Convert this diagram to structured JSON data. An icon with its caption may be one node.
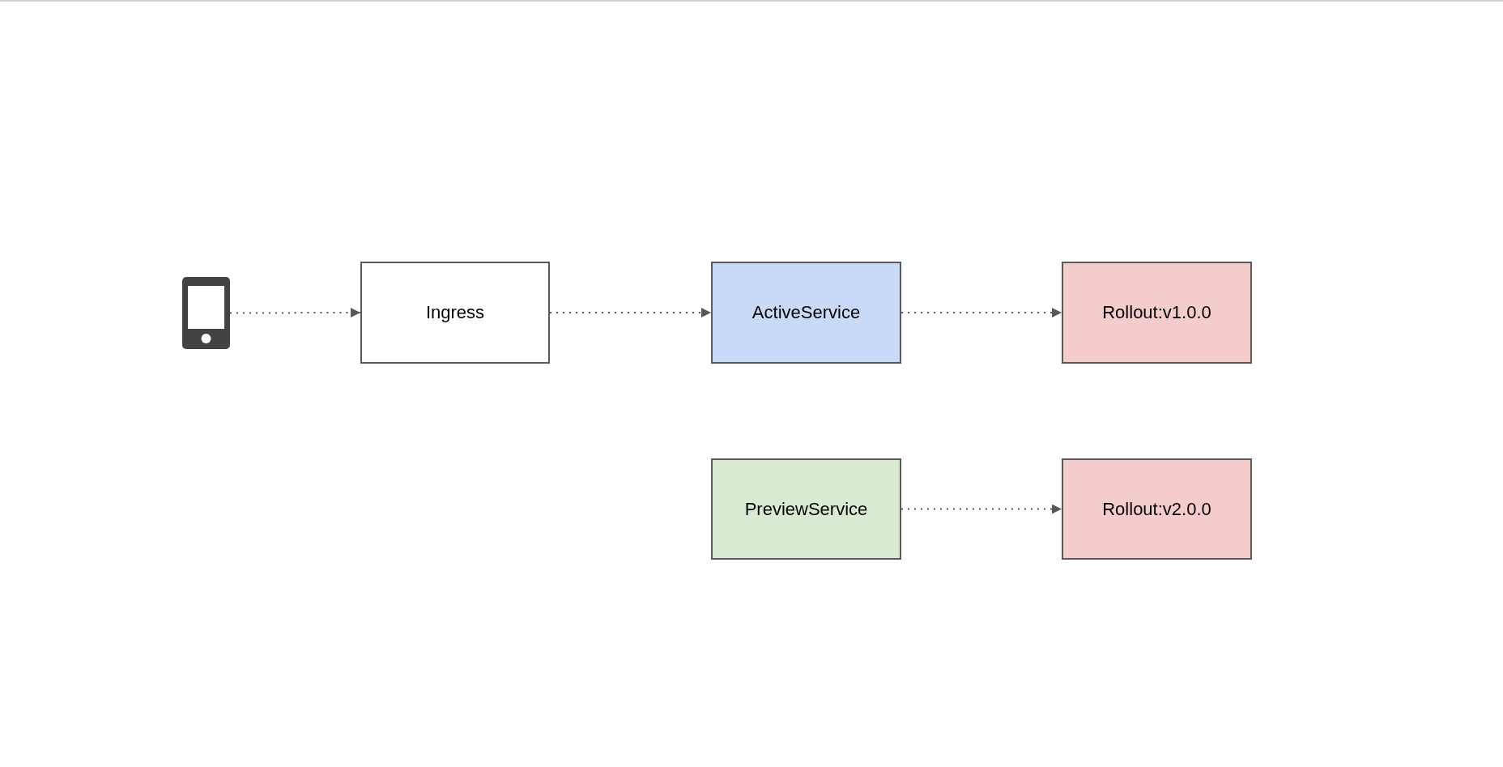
{
  "diagram": {
    "nodes": [
      {
        "text": [],
        "shape": "picture"
      },
      {
        "text": [
          "Ingress"
        ]
      },
      {
        "text": [
          "ActiveService"
        ]
      },
      {
        "text": [
          "Rollout:v1.0.0"
        ]
      },
      {
        "text": [
          "PreviewService"
        ]
      },
      {
        "text": [
          "Rollout:v2.0.0"
        ]
      }
    ],
    "edges": [
      {
        "from": 0,
        "to": 1,
        "arrow": "to",
        "style": "dashed"
      },
      {
        "from": 1,
        "to": 2,
        "arrow": "to",
        "style": "dashed"
      },
      {
        "from": 2,
        "to": 3,
        "arrow": "to",
        "style": "dashed"
      },
      {
        "from": 4,
        "to": 5,
        "arrow": "to",
        "style": "dashed"
      }
    ]
  }
}
